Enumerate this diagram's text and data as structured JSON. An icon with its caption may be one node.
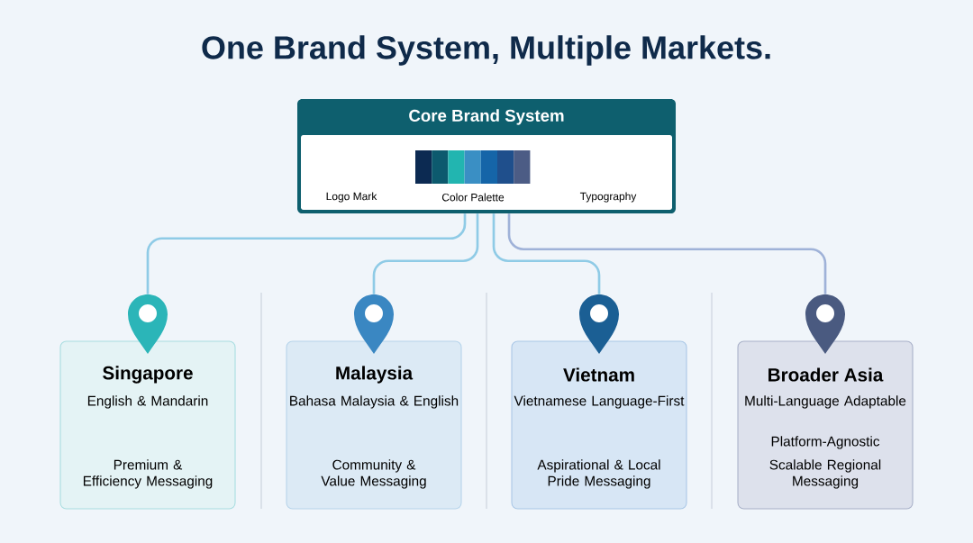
{
  "diagram": {
    "title": "One Brand System, Multiple Markets.",
    "nodes": [
      {
        "text": [
          "Core Brand System"
        ]
      },
      {
        "text": [
          "Logo Mark"
        ],
        "in": 0
      },
      {
        "text": [
          "Color Palette"
        ],
        "in": 0
      },
      {
        "text": [
          "Typography"
        ],
        "in": 0
      },
      {
        "text": [],
        "shape": "pin"
      },
      {
        "text": [],
        "shape": "pin"
      },
      {
        "text": [],
        "shape": "pin"
      },
      {
        "text": [],
        "shape": "pin"
      },
      {
        "text": [
          "Singapore",
          "English & Mandarin",
          "Premium & Efficiency Messaging"
        ]
      },
      {
        "text": [
          "Malaysia",
          "Bahasa Malaysia & English",
          "Community & Value Messaging"
        ]
      },
      {
        "text": [
          "Vietnam",
          "Vietnamese Language-First",
          "Aspirational & Local Pride Messaging"
        ]
      },
      {
        "text": [
          "Broader Asia",
          "Multi-Language Adaptable",
          "Platform-Agnostic",
          "Scalable Regional Messaging"
        ]
      }
    ],
    "edges": [
      {
        "from": 0,
        "to": 4,
        "arrow": "none"
      },
      {
        "from": 0,
        "to": 5,
        "arrow": "none"
      },
      {
        "from": 0,
        "to": 6,
        "arrow": "none"
      },
      {
        "from": 0,
        "to": 7,
        "arrow": "none",
        "color": "#9fb2d8"
      }
    ]
  }
}
